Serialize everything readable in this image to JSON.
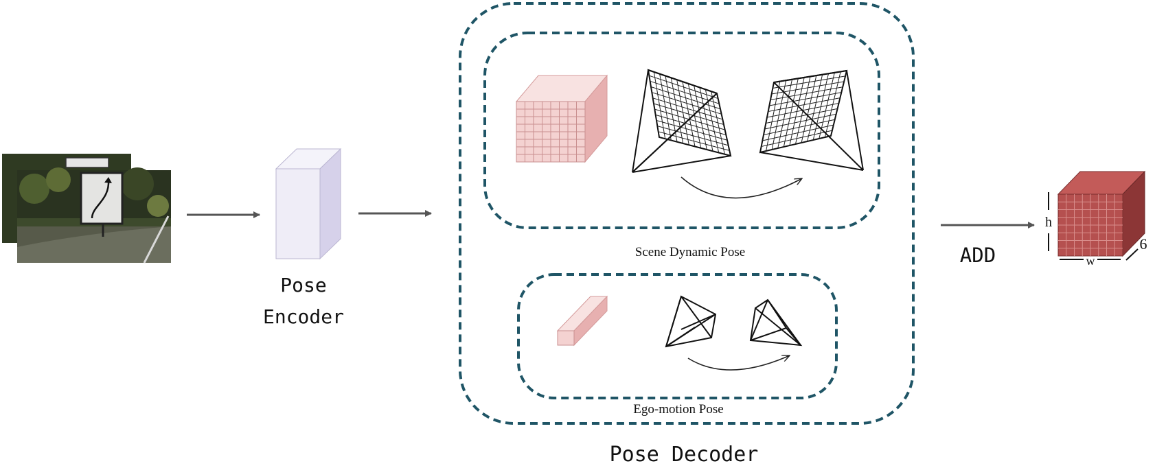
{
  "labels": {
    "pose_encoder_line1": "Pose",
    "pose_encoder_line2": "Encoder",
    "scene_dynamic_pose": "Scene Dynamic Pose",
    "ego_motion_pose": "Ego-motion Pose",
    "pose_decoder": "Pose Decoder",
    "add": "ADD",
    "dim_h": "h",
    "dim_w": "w",
    "dim_6": "6"
  },
  "colors": {
    "dashed_border": "#1f5566",
    "arrow": "#555555",
    "encoder_front": "#efedf7",
    "encoder_side": "#d6d1ea",
    "light_tensor_front": "#f4d2d1",
    "light_tensor_side": "#e7b0b0",
    "light_tensor_top": "#f8e2e1",
    "output_front": "#b5504f",
    "output_top": "#c35b59",
    "output_side": "#8c3636"
  }
}
